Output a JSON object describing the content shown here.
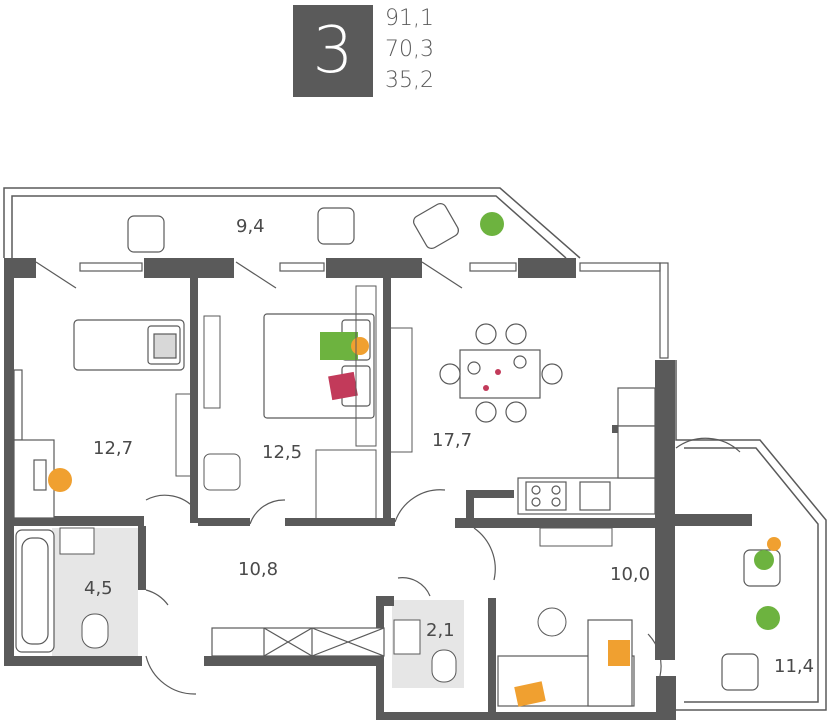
{
  "apartment": {
    "room_count": "3",
    "areas": [
      "91,1",
      "70,3",
      "35,2"
    ]
  },
  "rooms": {
    "balcony_top": "9,4",
    "bedroom_left": "12,7",
    "bedroom_middle": "12,5",
    "living_kitchen": "17,7",
    "hallway": "10,8",
    "bathroom": "4,5",
    "wc": "2,1",
    "living_room": "10,0",
    "balcony_right": "11,4"
  },
  "colors": {
    "wall": "#5a5a5a",
    "badge": "#5a5a5a",
    "accent_orange": "#f0a030",
    "accent_green": "#6db33f",
    "accent_pink": "#c23a5a",
    "wet_zone": "#e4e4e4"
  }
}
